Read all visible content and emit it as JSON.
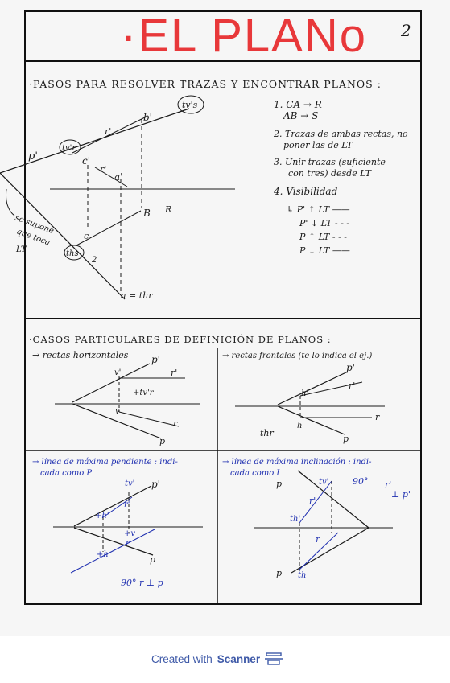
{
  "header": {
    "title": "·EL PLANo",
    "page_number": "2",
    "title_color": "#e8383a"
  },
  "section1": {
    "heading": "·PASOS PARA RESOLVER TRAZAS Y ENCONTRAR PLANOS :",
    "steps": [
      "1. CA → R",
      "AB → S",
      "2. Trazas de ambas rectas, no",
      "poner las de LT",
      "3. Unir trazas (suficiente",
      "con tres) desde LT",
      "4. Visibilidad"
    ],
    "visibility": [
      "↳ P' ↑ LT ——",
      "P' ↓ LT - - -",
      "P ↑ LT - - -",
      "P ↓ LT ——"
    ],
    "diagram_labels": {
      "tv_s": "tv's",
      "b_prime": "b'",
      "r_prime": "r'",
      "p_prime": "p'",
      "tv_r": "tv'r",
      "c_prime": "c'",
      "r_prime2": "r'",
      "a_prime": "a'",
      "b": "B",
      "r": "R",
      "c": "c",
      "th_s": "ths",
      "r_low": "2",
      "a_th": "a = thr",
      "note_se_supone": "se supone",
      "note_que_toca": "que toca",
      "note_lt": "LT"
    }
  },
  "section2": {
    "heading": "·CASOS PARTICULARES DE DEFINICIÓN DE PLANOS :",
    "q1": {
      "title": "→ rectas horizontales",
      "labels": [
        "p'",
        "v'",
        "r'",
        "+tv'r",
        "v",
        "r",
        "p"
      ]
    },
    "q2": {
      "title": "→ rectas frontales (te lo indica el ej.)",
      "labels": [
        "p'",
        "r'",
        "h'",
        "h",
        "thr",
        "r",
        "p"
      ]
    },
    "q3": {
      "title_line1": "→ línea de máxima pendiente : indi-",
      "title_line2": "cada como P",
      "labels": [
        "tv'",
        "p'",
        "r'",
        "+h'",
        "+v",
        "r",
        "+h",
        "90° r ⊥ p",
        "p"
      ]
    },
    "q4": {
      "title_line1": "→ línea de máxima inclinación : indi-",
      "title_line2": "cada como I",
      "labels": [
        "p'",
        "tv'",
        "90°",
        "r'",
        "⊥ p'",
        "r'",
        "th'",
        "r",
        "th",
        "p"
      ]
    }
  },
  "footer": {
    "prefix": "Created with",
    "brand": "Scanner"
  },
  "colors": {
    "ink": "#1a1a1a",
    "blue_ink": "#1f2fb0",
    "red_title": "#e8383a",
    "footer_text": "#3f5aa8"
  }
}
